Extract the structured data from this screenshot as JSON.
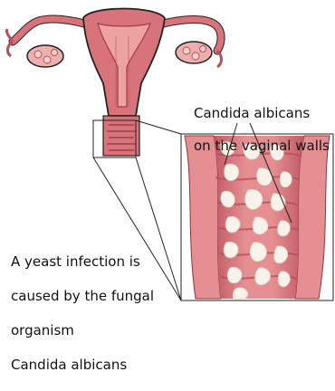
{
  "callout": {
    "line1": "Candida albicans",
    "line2": "on the vaginal walls"
  },
  "caption": {
    "line1": "A yeast infection is",
    "line2": "caused by the fungal",
    "line3": "organism",
    "line4": "Candida albicans"
  },
  "colors": {
    "tissue": "#d9737a",
    "tissue_light": "#eea3a1",
    "tissue_dark": "#b54f58",
    "fungus": "#f7f3ea",
    "outline": "#222222"
  }
}
